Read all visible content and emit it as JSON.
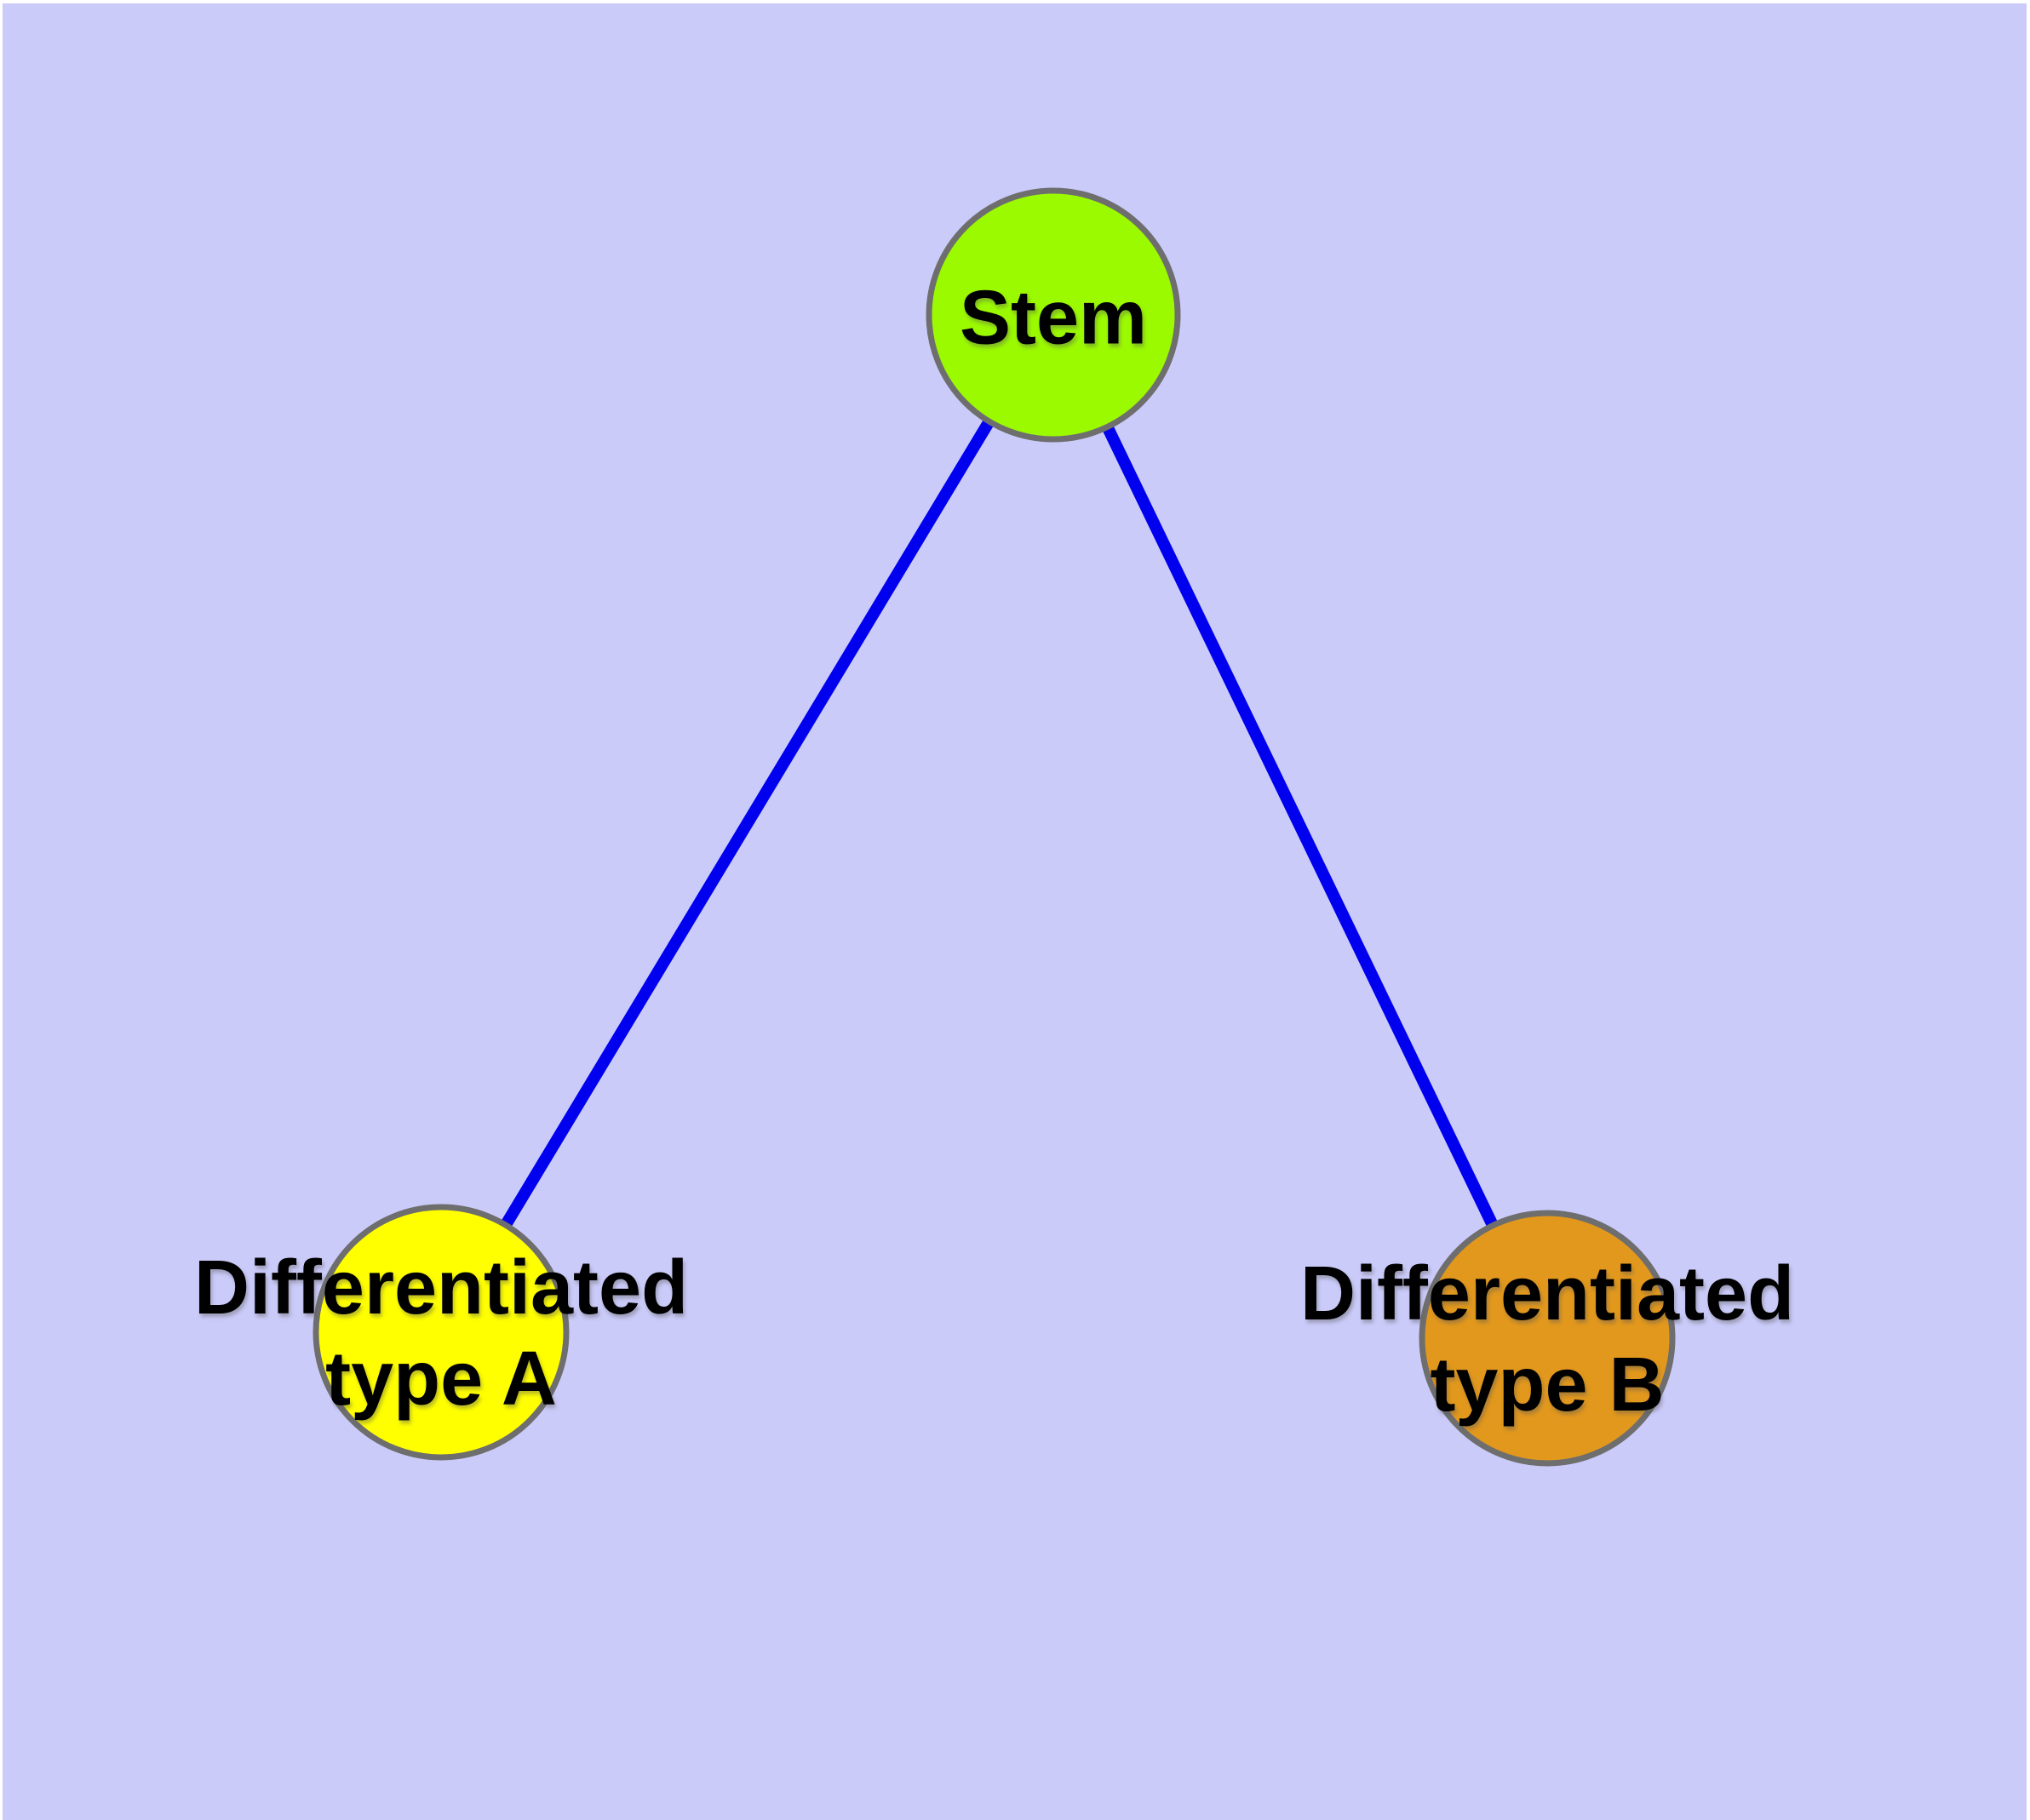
{
  "graph": {
    "background_color": "#CBCBFA",
    "margin_color": "#FFFFFF",
    "label_color": "#000000",
    "nodes": [
      {
        "id": "stem",
        "label": "Stem",
        "fill": "#9BFA00",
        "border": "#6E6E6E"
      },
      {
        "id": "type-a",
        "label": "Differentiated\ntype A",
        "fill": "#FFFF00",
        "border": "#6E6E6E"
      },
      {
        "id": "type-b",
        "label": "Differentiated\ntype B",
        "fill": "#E2981D",
        "border": "#6E6E6E"
      }
    ],
    "edges": [
      {
        "from": "stem",
        "to": "type-a",
        "color": "#0000EE"
      },
      {
        "from": "stem",
        "to": "type-b",
        "color": "#0000EE"
      }
    ]
  }
}
